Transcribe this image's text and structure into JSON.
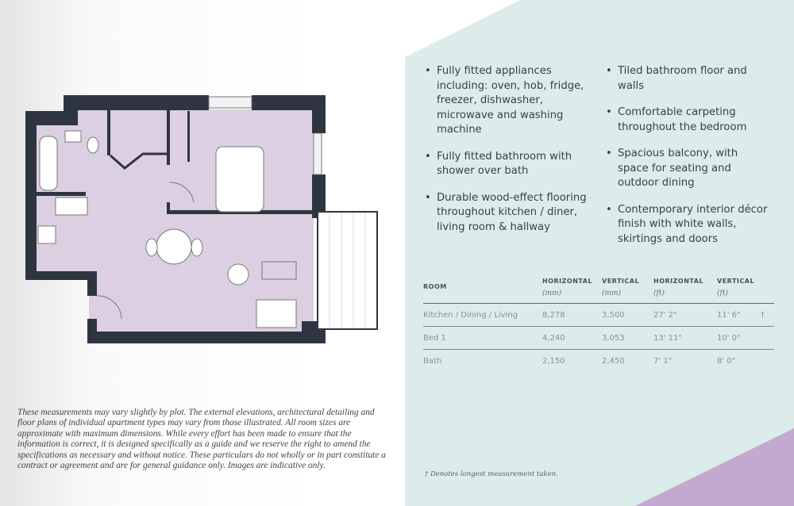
{
  "features_left": [
    "Fully fitted appliances including: oven, hob, fridge, freezer, dishwasher, microwave and washing machine",
    "Fully fitted bathroom with shower over bath",
    "Durable wood-effect flooring throughout kitchen / diner, living room & hallway"
  ],
  "features_right": [
    "Tiled bathroom floor and walls",
    "Comfortable carpeting throughout the bedroom",
    "Spacious balcony, with space for seating and outdoor dining",
    "Contemporary interior décor finish with white walls, skirtings and doors"
  ],
  "table": {
    "headers": [
      {
        "label": "ROOM",
        "unit": ""
      },
      {
        "label": "HORIZONTAL",
        "unit": "(mm)"
      },
      {
        "label": "VERTICAL",
        "unit": "(mm)"
      },
      {
        "label": "HORIZONTAL",
        "unit": "(ft)"
      },
      {
        "label": "VERTICAL",
        "unit": "(ft)"
      }
    ],
    "rows": [
      [
        "Kitchen / Dining / Living",
        "8,278",
        "3,500",
        "27' 2\"",
        "11' 6\"",
        "†"
      ],
      [
        "Bed 1",
        "4,240",
        "3,053",
        "13' 11\"",
        "10' 0\"",
        ""
      ],
      [
        "Bath",
        "2,150",
        "2,450",
        "7' 1\"",
        "8' 0\"",
        ""
      ]
    ]
  },
  "footnote": "† Denotes longest measurement taken.",
  "disclaimer": "These measurements may vary slightly by plot. The external elevations, architectural detailing and floor plans of individual apartment types may vary from those illustrated. All room sizes are approximate with maximum dimensions. While every effort has been made to ensure that the information is correct, it is designed specifically as a guide and we reserve the right to amend the specifications as necessary and without notice. These particulars do not wholly or in part constitute a contract or agreement and are for general guidance only. Images are indicative only.",
  "colors": {
    "panel": "#dcecea",
    "accent": "#c3a8cf",
    "floor": "#dccfe2",
    "wall": "#2f3540"
  }
}
